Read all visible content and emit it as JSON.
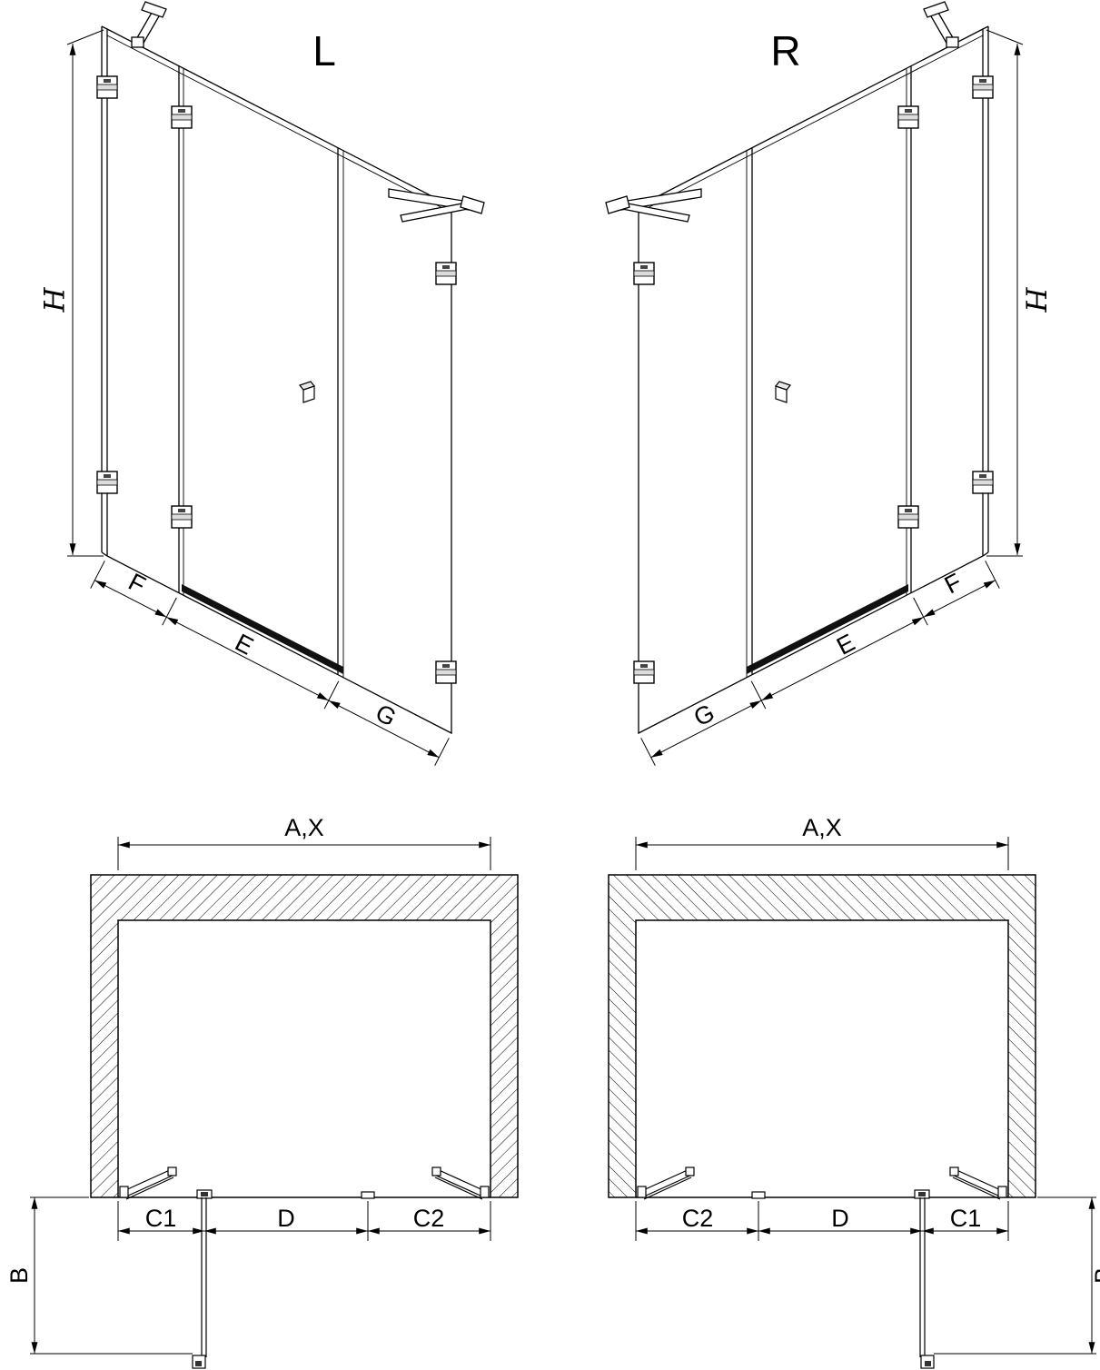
{
  "views": {
    "perspective_left": {
      "title": "L",
      "dim_h": "H",
      "dim_f": "F",
      "dim_e": "E",
      "dim_g": "G"
    },
    "perspective_right": {
      "title": "R",
      "dim_h": "H",
      "dim_f": "F",
      "dim_e": "E",
      "dim_g": "G"
    },
    "plan_left": {
      "dim_ax": "A,X",
      "dim_b": "B",
      "dim_c1": "C1",
      "dim_d": "D",
      "dim_c2": "C2"
    },
    "plan_right": {
      "dim_ax": "A,X",
      "dim_b": "B",
      "dim_c1": "C1",
      "dim_d": "D",
      "dim_c2": "C2"
    }
  },
  "colors": {
    "line": "#000000",
    "background": "#ffffff",
    "glass": "#ffffff"
  }
}
